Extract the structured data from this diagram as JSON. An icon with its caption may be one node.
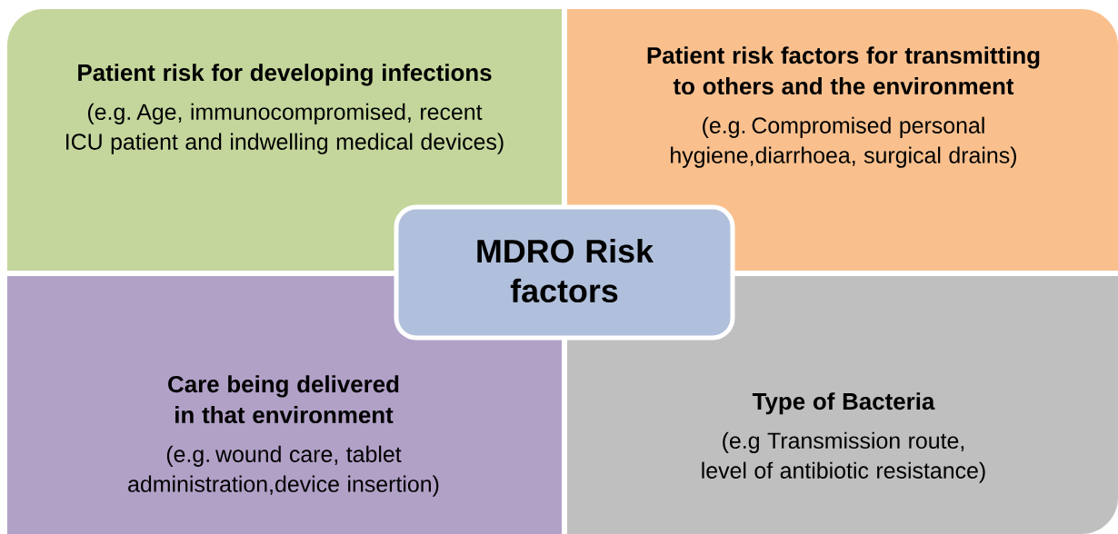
{
  "diagram": {
    "nodes": [
      {
        "text": [
          "Patient risk for developing infections",
          "(e.g. Age, immunocompromised, recent ICU patient and indwelling medical devices)"
        ]
      },
      {
        "text": [
          "Patient risk factors for transmitting to others and the environment",
          "(e.g. Compromised personal hygiene,diarrhoea, surgical drains)"
        ]
      },
      {
        "text": [
          "Care being delivered in that environment",
          "(e.g. wound care, tablet administration,device insertion)"
        ]
      },
      {
        "text": [
          "Type of Bacteria",
          "(e.g Transmission route, level of antibiotic resistance)"
        ]
      },
      {
        "text": [
          "MDRO Risk factors"
        ]
      }
    ]
  }
}
